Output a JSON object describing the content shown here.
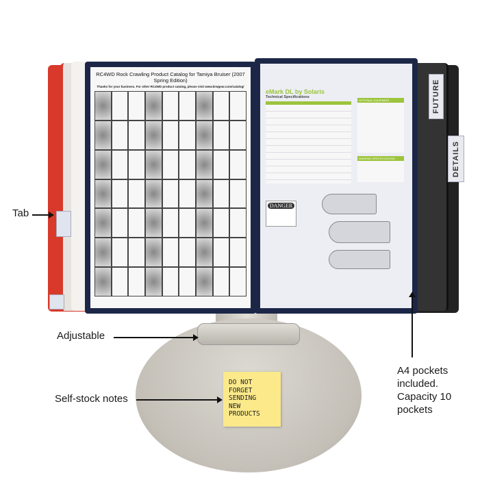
{
  "callouts": {
    "tab": "Tab",
    "adjustable": "Adjustable",
    "self_stock_notes": "Self-stock notes",
    "pockets_lines": [
      "A4 pockets",
      "included.",
      "Capacity 10",
      "pockets"
    ]
  },
  "left_page": {
    "title": "RC4WD Rock Crawling Product Catalog for Tamiya Bruiser (2007 Spring Edition)",
    "subtitle": "Thanks for your business. For other RC4WD product catalog, please visit www.krwgear.com/catalog/"
  },
  "right_page": {
    "title": "eMark DL by Solaris",
    "subtitle": "Technical Specifications",
    "section_optional": "OPTIONAL EQUIPMENT",
    "section_marking": "MARKING SPECIFICATIONS",
    "danger": "DANGER"
  },
  "tab_labels": {
    "future": "FUTURE",
    "details": "DETAILS"
  },
  "sticky_note": [
    "DO NOT",
    "FORGET",
    "SENDING",
    "NEW",
    "PRODUCTS"
  ],
  "colors": {
    "frame": "#1c2748",
    "red_tabs": "#d8392a",
    "stand": "#cfccc4",
    "note": "#fbe98a"
  }
}
